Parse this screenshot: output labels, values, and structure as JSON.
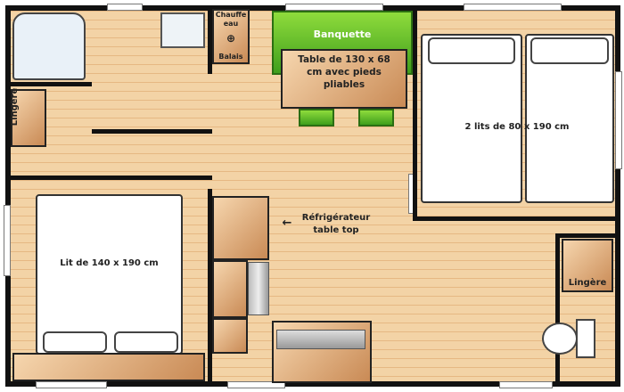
{
  "labels": {
    "water_heater": "Chauffe eau",
    "broom": "Balais",
    "bench": "Banquette",
    "table": "Table de 130 x 68 cm avec pieds pliables",
    "linen_left": "Lingère",
    "linen_right": "Lingère",
    "twin_beds": "2 lits de 80 x 190 cm",
    "fridge": "Réfrigérateur table top",
    "double_bed": "Lit de 140 x 190 cm"
  },
  "colors": {
    "wall": "#111111",
    "floor": "#f3d3a6",
    "bench": "#5cb82a",
    "furniture": "#d9a06a"
  }
}
